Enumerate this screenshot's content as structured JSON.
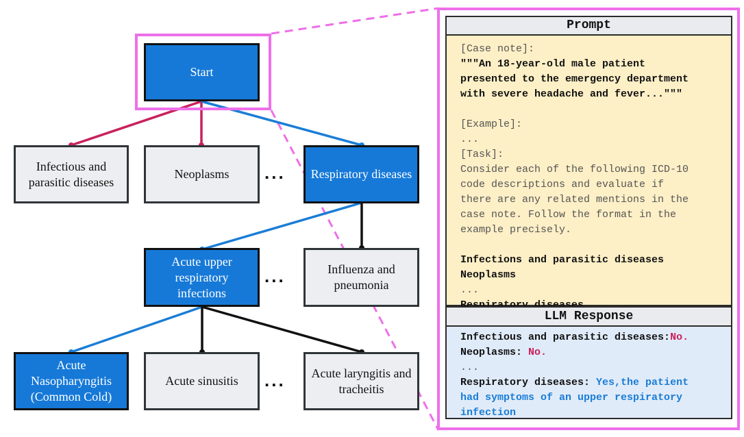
{
  "tree": {
    "root": "Start",
    "level1": [
      "Infectious and parasitic diseases",
      "Neoplasms",
      "Respiratory diseases"
    ],
    "level2": [
      "Acute upper respiratory infections",
      "Influenza and pneumonia"
    ],
    "level3": [
      "Acute Nasopharyngitis (Common Cold)",
      "Acute sinusitis",
      "Acute laryngitis and tracheitis"
    ],
    "ellipsis": "...",
    "selected_path": [
      "Start",
      "Respiratory diseases",
      "Acute upper respiratory infections",
      "Acute Nasopharyngitis (Common Cold)"
    ]
  },
  "prompt": {
    "header": "Prompt",
    "case_note_label": "[Case note]:",
    "case_note_lines": [
      "\"\"\"An 18-year-old male patient",
      "presented to the emergency department",
      "with severe headache and fever...\"\"\""
    ],
    "example_label": "[Example]:",
    "example_ellipsis": "...",
    "task_label": "[Task]:",
    "task_lines": [
      "Consider each of the following ICD-10",
      "code descriptions and evaluate if",
      "there are any related mentions in the",
      "case note. Follow the format in the",
      "example precisely."
    ],
    "codes": [
      "Infections and parasitic diseases",
      "Neoplasms",
      "...",
      "Respiratory diseases"
    ]
  },
  "response": {
    "header": "LLM Response",
    "line1_label": "Infectious and parasitic diseases:",
    "line1_answer": "No.",
    "line2_label": "Neoplasms: ",
    "line2_answer": "No.",
    "line3": "...",
    "line4_label": "Respiratory diseases: ",
    "line4_answer_lines": [
      "Yes,the patient",
      "had symptoms of an upper respiratory",
      "infection"
    ]
  },
  "colors": {
    "selected_fill": "#1679d8",
    "blue_edge": "#1a7dd6",
    "red_edge": "#c9215d",
    "highlight": "#ee6fe9",
    "prompt_bg": "#fdefc6",
    "response_bg": "#e0ebf9"
  }
}
